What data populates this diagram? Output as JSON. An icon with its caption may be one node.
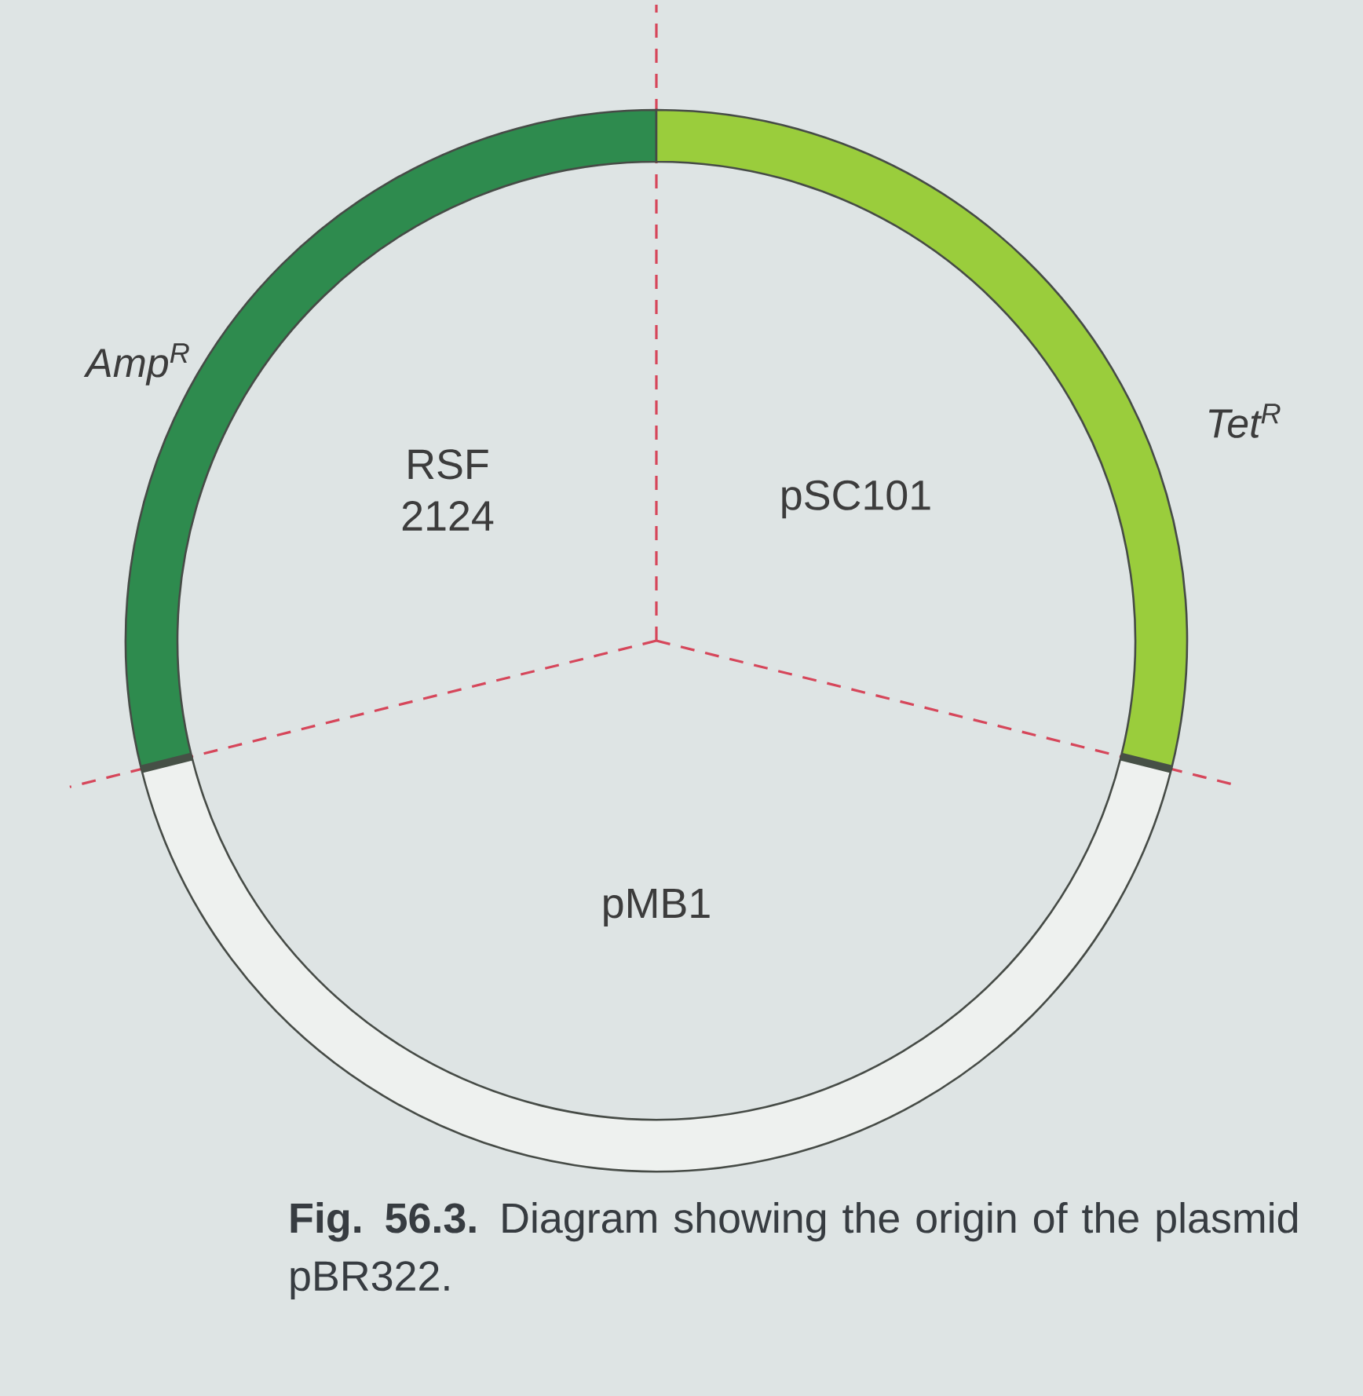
{
  "diagram": {
    "caption": "**Fig. 56.3.** Diagram showing the origin of the plasmid pBR322.",
    "nodes": [
      {
        "text": [
          "RSF 2124"
        ]
      },
      {
        "text": [
          "pSC101"
        ]
      },
      {
        "text": [
          "pMB1"
        ]
      }
    ],
    "labels": [
      "Amp$^{R}$",
      "Tet$^{R}$"
    ]
  }
}
